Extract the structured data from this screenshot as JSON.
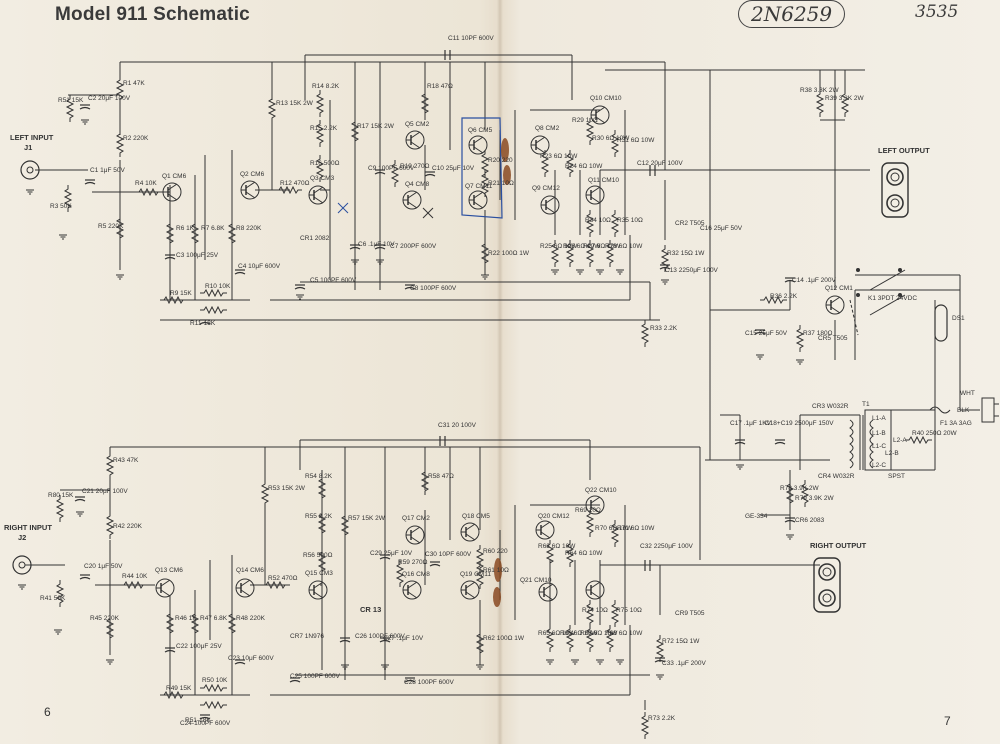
{
  "page": {
    "title": "Model 911 Schematic",
    "handwritten_part": "2N6259",
    "handwritten_note": "3535",
    "page_left": "6",
    "page_right": "7"
  },
  "connectors": {
    "left_input": "LEFT INPUT",
    "j1": "J1",
    "right_input": "RIGHT INPUT",
    "j2": "J2",
    "left_output": "LEFT OUTPUT",
    "right_output": "RIGHT OUTPUT"
  },
  "top_channel": {
    "resistors": [
      {
        "ref": "R1",
        "value": "47K"
      },
      {
        "ref": "R51",
        "value": "15K"
      },
      {
        "ref": "R2",
        "value": "220K"
      },
      {
        "ref": "R4",
        "value": "10K"
      },
      {
        "ref": "R3",
        "value": "50K"
      },
      {
        "ref": "R5",
        "value": "220K"
      },
      {
        "ref": "R6",
        "value": "1K"
      },
      {
        "ref": "R7",
        "value": "6.8K"
      },
      {
        "ref": "R8",
        "value": "220K"
      },
      {
        "ref": "R9",
        "value": "15K"
      },
      {
        "ref": "R10",
        "value": "10K"
      },
      {
        "ref": "R11-18K",
        "value": ""
      },
      {
        "ref": "R12",
        "value": "470Ω"
      },
      {
        "ref": "R13",
        "value": "15K 2W"
      },
      {
        "ref": "R14",
        "value": "8.2K"
      },
      {
        "ref": "R15",
        "value": "2.2K"
      },
      {
        "ref": "R16",
        "value": "500Ω"
      },
      {
        "ref": "R17",
        "value": "15K 2W"
      },
      {
        "ref": "R18",
        "value": "47Ω"
      },
      {
        "ref": "R19",
        "value": "270Ω"
      },
      {
        "ref": "R20",
        "value": "220"
      },
      {
        "ref": "R21",
        "value": "10Ω"
      },
      {
        "ref": "R22",
        "value": "100Ω 1W"
      },
      {
        "ref": "R23",
        "value": "6Ω 10W"
      },
      {
        "ref": "R24",
        "value": "6Ω 10W"
      },
      {
        "ref": "R25",
        "value": "6Ω 10W"
      },
      {
        "ref": "R26",
        "value": "6Ω 10W"
      },
      {
        "ref": "R27",
        "value": "6Ω 10W"
      },
      {
        "ref": "R28",
        "value": "6Ω 10W"
      },
      {
        "ref": "R29",
        "value": "10Ω"
      },
      {
        "ref": "R30",
        "value": "6Ω 10W"
      },
      {
        "ref": "R31",
        "value": "6Ω 10W"
      },
      {
        "ref": "R32",
        "value": "15Ω 1W"
      },
      {
        "ref": "R33",
        "value": "2.2K"
      },
      {
        "ref": "R34",
        "value": "10Ω"
      },
      {
        "ref": "R35",
        "value": "10Ω"
      },
      {
        "ref": "R36",
        "value": "2.2K"
      },
      {
        "ref": "R37",
        "value": "180Ω"
      },
      {
        "ref": "R38",
        "value": "3.3K 2W"
      },
      {
        "ref": "R39",
        "value": "3.3K 2W"
      }
    ],
    "capacitors": [
      {
        "ref": "C1",
        "value": "1μF 50V"
      },
      {
        "ref": "C2",
        "value": "20μF 100V"
      },
      {
        "ref": "C3",
        "value": "100μF 25V"
      },
      {
        "ref": "C4",
        "value": "10μF 600V"
      },
      {
        "ref": "C5",
        "value": "100PF 600V"
      },
      {
        "ref": "C6",
        "value": ".1μF 10V"
      },
      {
        "ref": "C7",
        "value": "200PF 600V"
      },
      {
        "ref": "C8",
        "value": "100PF 600V"
      },
      {
        "ref": "C9",
        "value": "100PF 600V"
      },
      {
        "ref": "C10",
        "value": "25μF 10V"
      },
      {
        "ref": "C11",
        "value": "10PF 600V"
      },
      {
        "ref": "C12",
        "value": "20μF 100V"
      },
      {
        "ref": "C13",
        "value": "2250μF 100V"
      },
      {
        "ref": "C14",
        "value": ".1μF 200V"
      },
      {
        "ref": "C15",
        "value": "25μF 50V"
      },
      {
        "ref": "C16",
        "value": "25μF 50V"
      }
    ],
    "transistors": [
      "Q1 CM6",
      "Q2 CM6",
      "Q3 CM3",
      "Q4 CM8",
      "Q5 CM2",
      "Q6 CM5",
      "Q7 CM11",
      "Q8 CM2",
      "Q9 CM12",
      "Q10 CM10",
      "Q11 CM10",
      "Q12 CM1"
    ],
    "diodes": [
      "CR1 2082",
      "CR2 T505",
      "CR5 T505"
    ]
  },
  "bottom_channel": {
    "resistors": [
      {
        "ref": "R43",
        "value": "47K"
      },
      {
        "ref": "R80",
        "value": "15K"
      },
      {
        "ref": "R42",
        "value": "220K"
      },
      {
        "ref": "R44",
        "value": "10K"
      },
      {
        "ref": "R41",
        "value": "50K"
      },
      {
        "ref": "R45",
        "value": "220K"
      },
      {
        "ref": "R46",
        "value": "1K"
      },
      {
        "ref": "R47",
        "value": "6.8K"
      },
      {
        "ref": "R48",
        "value": "220K"
      },
      {
        "ref": "R49",
        "value": "15K"
      },
      {
        "ref": "R50",
        "value": "10K"
      },
      {
        "ref": "R51-18K",
        "value": ""
      },
      {
        "ref": "R52",
        "value": "470Ω"
      },
      {
        "ref": "R53",
        "value": "15K 2W"
      },
      {
        "ref": "R54",
        "value": "8.2K"
      },
      {
        "ref": "R55",
        "value": "2.2K"
      },
      {
        "ref": "R56",
        "value": "500Ω"
      },
      {
        "ref": "R57",
        "value": "15K 2W"
      },
      {
        "ref": "R58",
        "value": "47Ω"
      },
      {
        "ref": "R59",
        "value": "270Ω"
      },
      {
        "ref": "R60",
        "value": "220"
      },
      {
        "ref": "R61",
        "value": "10Ω"
      },
      {
        "ref": "R62",
        "value": "100Ω 1W"
      },
      {
        "ref": "R63",
        "value": "6Ω 10W"
      },
      {
        "ref": "R64",
        "value": "6Ω 10W"
      },
      {
        "ref": "R65",
        "value": "6Ω 10W"
      },
      {
        "ref": "R66",
        "value": "6Ω 10W"
      },
      {
        "ref": "R67",
        "value": "6Ω 10W"
      },
      {
        "ref": "R68",
        "value": "6Ω 10W"
      },
      {
        "ref": "R69",
        "value": "10Ω"
      },
      {
        "ref": "R70",
        "value": "6Ω 10W"
      },
      {
        "ref": "R71",
        "value": "6Ω 10W"
      },
      {
        "ref": "R72",
        "value": "15Ω 1W"
      },
      {
        "ref": "R73",
        "value": "2.2K"
      },
      {
        "ref": "R74",
        "value": "10Ω"
      },
      {
        "ref": "R75",
        "value": "10Ω"
      },
      {
        "ref": "R78",
        "value": "3.9K 2W"
      },
      {
        "ref": "R79",
        "value": "3.9K 2W"
      }
    ],
    "capacitors": [
      {
        "ref": "C20",
        "value": "1μF 50V"
      },
      {
        "ref": "C21",
        "value": "20μF 100V"
      },
      {
        "ref": "C22",
        "value": "100μF 25V"
      },
      {
        "ref": "C23",
        "value": "10μF 600V"
      },
      {
        "ref": "C24-100PF",
        "value": "600V"
      },
      {
        "ref": "C25",
        "value": "100PF 600V"
      },
      {
        "ref": "C26",
        "value": "100PF 600V"
      },
      {
        "ref": "C27",
        "value": ".1μF 10V"
      },
      {
        "ref": "C28",
        "value": "100PF 600V"
      },
      {
        "ref": "C29",
        "value": "25μF 10V"
      },
      {
        "ref": "C30",
        "value": "10PF 600V"
      },
      {
        "ref": "C31",
        "value": "20 100V"
      },
      {
        "ref": "C32",
        "value": "2250μF 100V"
      },
      {
        "ref": "C33",
        "value": ".1μF 200V"
      }
    ],
    "transistors": [
      "Q13 CM6",
      "Q14 CM6",
      "Q15 CM3",
      "Q16 CM8",
      "Q17 CM2",
      "Q18 CM5",
      "Q19 CM11",
      "Q20 CM12",
      "Q21 CM10",
      "Q22 CM10"
    ],
    "diodes": [
      "CR7 1N976",
      "CR9 T505"
    ]
  },
  "power_supply": {
    "c17": "C17 .1μF 1KV",
    "c18_c19": "C18+C19 2500μF 150V",
    "cr3": "CR3 W032R",
    "cr4": "CR4 W032R",
    "cr6": "CR6 2083",
    "t1": "T1",
    "r40": "R40 250Ω 20W",
    "k1": "K1 3PDT 24VDC",
    "ds1": "DS1",
    "fuse": "F1 3A 3AG",
    "wht": "WHT",
    "blk": "BLK",
    "ge334": "GE-334",
    "sw_label": "SPST",
    "taps": [
      "L1-A",
      "L1-B",
      "L1-C",
      "L2-A",
      "L2-B",
      "L2-C"
    ]
  },
  "annotations": {
    "cr13": "CR 13"
  }
}
